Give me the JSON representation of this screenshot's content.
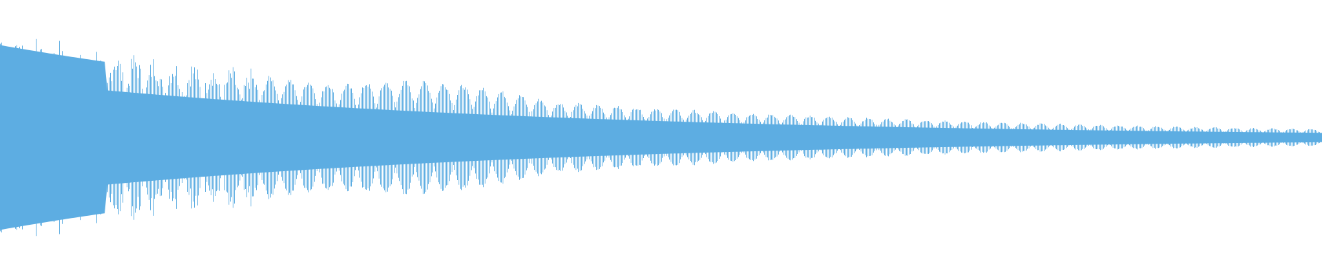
{
  "waveform": {
    "color": "#5dade2",
    "background": "#ffffff",
    "envelope": {
      "peak_level": 0.74,
      "end_level": 0.06,
      "decay_profile": "exponential",
      "body_fill_level": 0.4,
      "modulation": "amplitude-beating"
    }
  }
}
